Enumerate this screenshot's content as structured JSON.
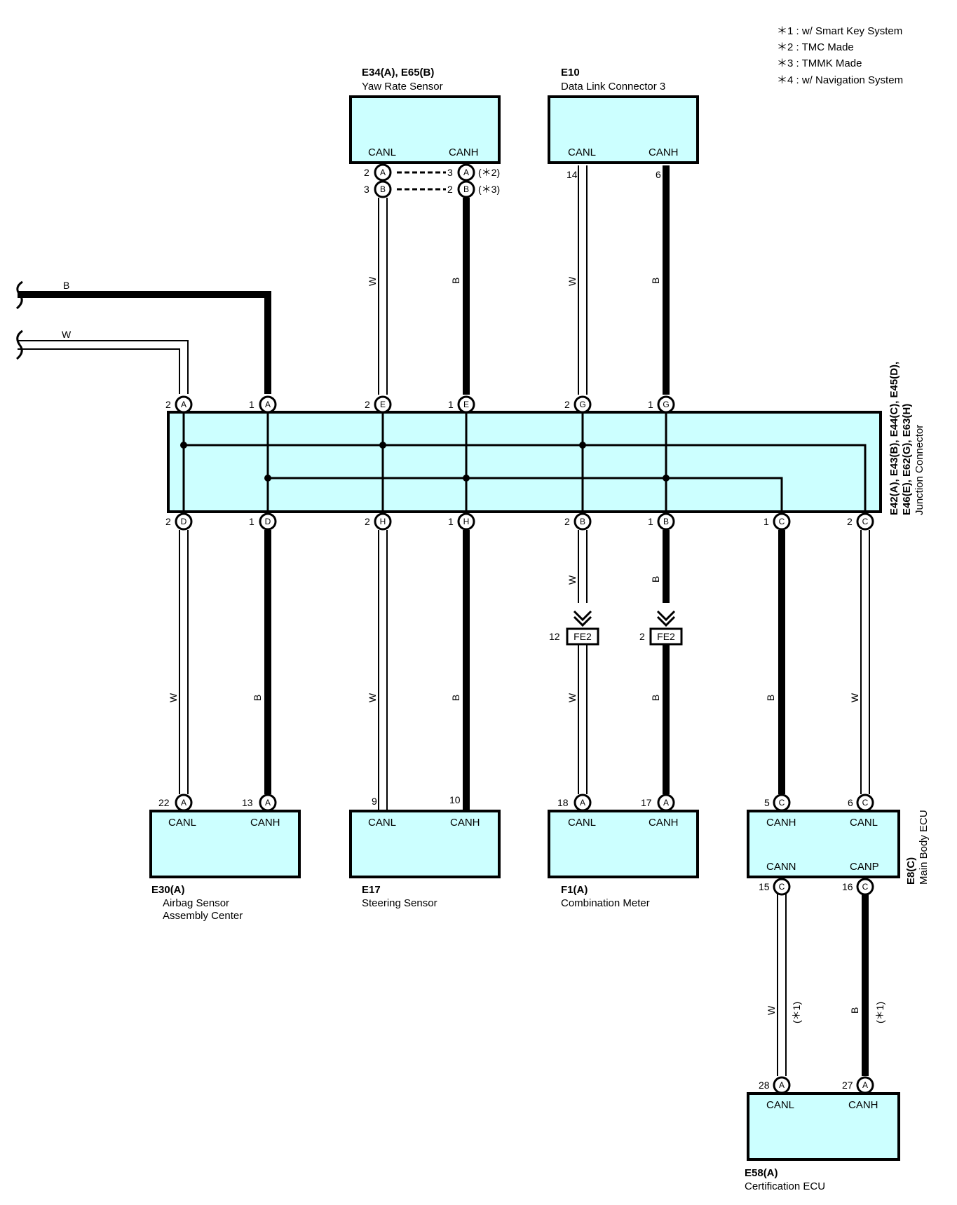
{
  "notes": [
    "＊1 : w/ Smart Key System",
    "＊2 : TMC Made",
    "＊3 : TMMK Made",
    "＊4 : w/ Navigation System"
  ],
  "components": {
    "yaw": {
      "code": "E34(A), E65(B)",
      "name": "Yaw Rate Sensor",
      "sig_l": "CANL",
      "sig_r": "CANH"
    },
    "dlc": {
      "code": "E10",
      "name": "Data Link Connector 3",
      "sig_l": "CANL",
      "sig_r": "CANH"
    },
    "junction": {
      "code_line1": "E42(A), E43(B), E44(C), E45(D),",
      "code_line2": "E46(E), E62(G), E63(H)",
      "name": "Junction Connector"
    },
    "airbag": {
      "code": "E30(A)",
      "name_line1": "Airbag Sensor",
      "name_line2": "Assembly Center",
      "sig_l": "CANL",
      "sig_r": "CANH"
    },
    "steering": {
      "code": "E17",
      "name": "Steering Sensor",
      "sig_l": "CANL",
      "sig_r": "CANH"
    },
    "meter": {
      "code": "F1(A)",
      "name": "Combination Meter",
      "sig_l": "CANL",
      "sig_r": "CANH"
    },
    "mainbody": {
      "code": "E8(C)",
      "name": "Main Body ECU",
      "sig_tl": "CANH",
      "sig_tr": "CANL",
      "sig_bl": "CANN",
      "sig_br": "CANP"
    },
    "cert": {
      "code": "E58(A)",
      "name": "Certification ECU",
      "sig_l": "CANL",
      "sig_r": "CANH"
    }
  },
  "wire_colors": {
    "white": "W",
    "black": "B"
  },
  "conditions": {
    "tmc": "(＊2)",
    "tmmk": "(＊3)",
    "smart_key": "(＊1)"
  },
  "pins": {
    "yaw_a_l": "2",
    "yaw_a_r": "3",
    "yaw_b_l": "3",
    "yaw_b_r": "2",
    "dlc_l": "14",
    "dlc_r": "6",
    "jt1": "2",
    "jt2": "1",
    "jt3": "2",
    "jt4": "1",
    "jt5": "2",
    "jt6": "1",
    "jb1": "2",
    "jb2": "1",
    "jb3": "2",
    "jb4": "1",
    "jb5": "2",
    "jb6": "1",
    "jb7": "1",
    "jb8": "2",
    "airbag_l": "22",
    "airbag_r": "13",
    "steer_l": "9",
    "steer_r": "10",
    "meter_l": "18",
    "meter_r": "17",
    "mb_tl": "5",
    "mb_tr": "6",
    "mb_bl": "15",
    "mb_br": "16",
    "cert_l": "28",
    "cert_r": "27",
    "fe2_l": "12",
    "fe2_r": "2"
  },
  "connector_letters": {
    "A": "A",
    "B": "B",
    "C": "C",
    "D": "D",
    "E": "E",
    "G": "G",
    "H": "H"
  },
  "inline": {
    "fe2": "FE2"
  }
}
